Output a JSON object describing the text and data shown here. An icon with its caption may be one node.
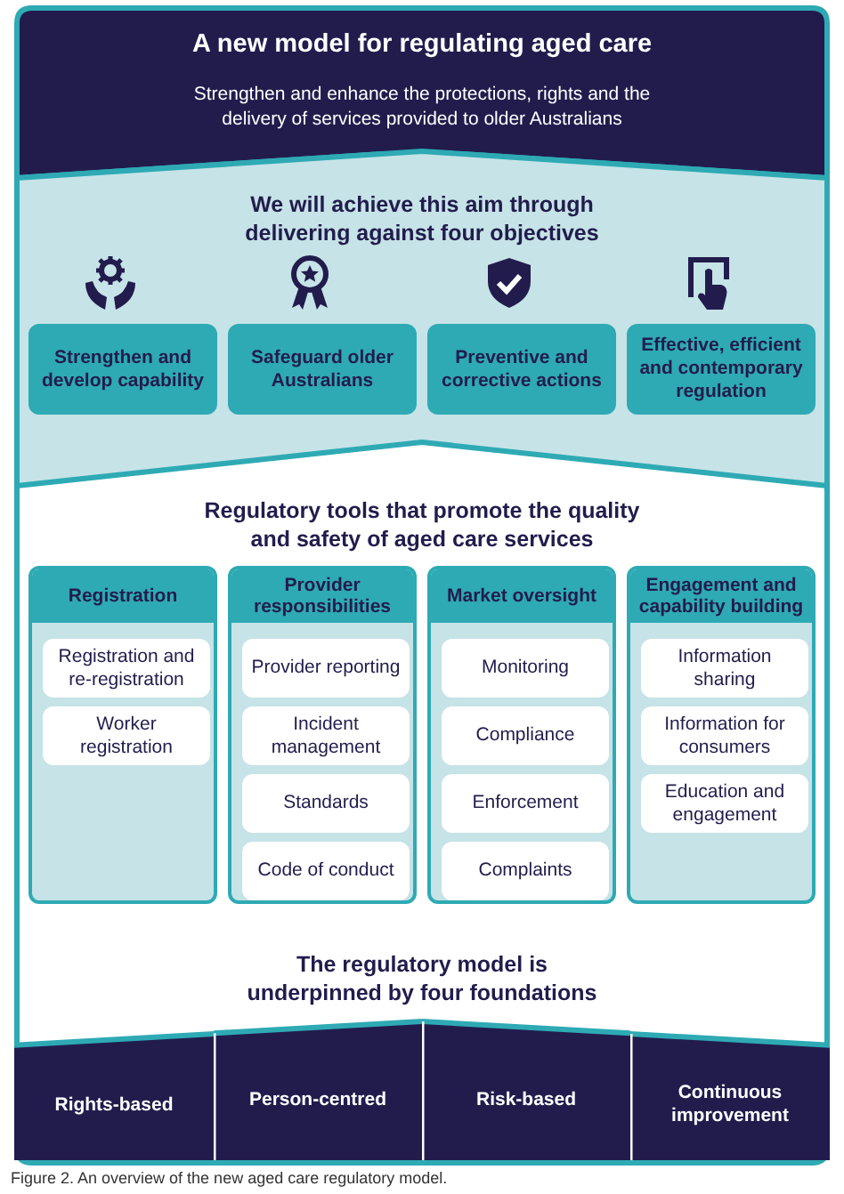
{
  "diagram": {
    "caption": "Figure 2. An overview of the new aged care regulatory model.",
    "nodes": [
      {
        "text": [
          "A new model for regulating aged care",
          "Strengthen and enhance the protections, rights and the delivery of services provided to older Australians"
        ]
      },
      {
        "text": [
          "We will achieve this aim through delivering against four objectives"
        ]
      },
      {
        "text": [
          "Strengthen and develop capability"
        ],
        "in": 1
      },
      {
        "text": [
          "Safeguard older Australians"
        ],
        "in": 1
      },
      {
        "text": [
          "Preventive and corrective actions"
        ],
        "in": 1
      },
      {
        "text": [
          "Effective, efficient and contemporary regulation"
        ],
        "in": 1
      },
      {
        "text": [
          "Regulatory tools that promote the quality and safety of aged care services",
          "The regulatory model is underpinned by four foundations"
        ]
      },
      {
        "text": [
          "Registration"
        ],
        "in": 6
      },
      {
        "text": [
          "Registration and re-registration"
        ],
        "in": 7
      },
      {
        "text": [
          "Worker registration"
        ],
        "in": 7
      },
      {
        "text": [
          "Provider responsibilities"
        ],
        "in": 6
      },
      {
        "text": [
          "Provider reporting"
        ],
        "in": 10
      },
      {
        "text": [
          "Incident management"
        ],
        "in": 10
      },
      {
        "text": [
          "Standards"
        ],
        "in": 10
      },
      {
        "text": [
          "Code of conduct"
        ],
        "in": 10
      },
      {
        "text": [
          "Market oversight"
        ],
        "in": 6
      },
      {
        "text": [
          "Monitoring"
        ],
        "in": 15
      },
      {
        "text": [
          "Compliance"
        ],
        "in": 15
      },
      {
        "text": [
          "Enforcement"
        ],
        "in": 15
      },
      {
        "text": [
          "Complaints"
        ],
        "in": 15
      },
      {
        "text": [
          "Engagement and capability building"
        ],
        "in": 6
      },
      {
        "text": [
          "Information sharing"
        ],
        "in": 20
      },
      {
        "text": [
          "Information for consumers"
        ],
        "in": 20
      },
      {
        "text": [
          "Education and engagement"
        ],
        "in": 20
      },
      {
        "text": [
          "Rights-based"
        ],
        "in": 6
      },
      {
        "text": [
          "Person-centred"
        ],
        "in": 6
      },
      {
        "text": [
          "Risk-based"
        ],
        "in": 6
      },
      {
        "text": [
          "Continuous improvement"
        ],
        "in": 6
      }
    ],
    "edges": []
  }
}
